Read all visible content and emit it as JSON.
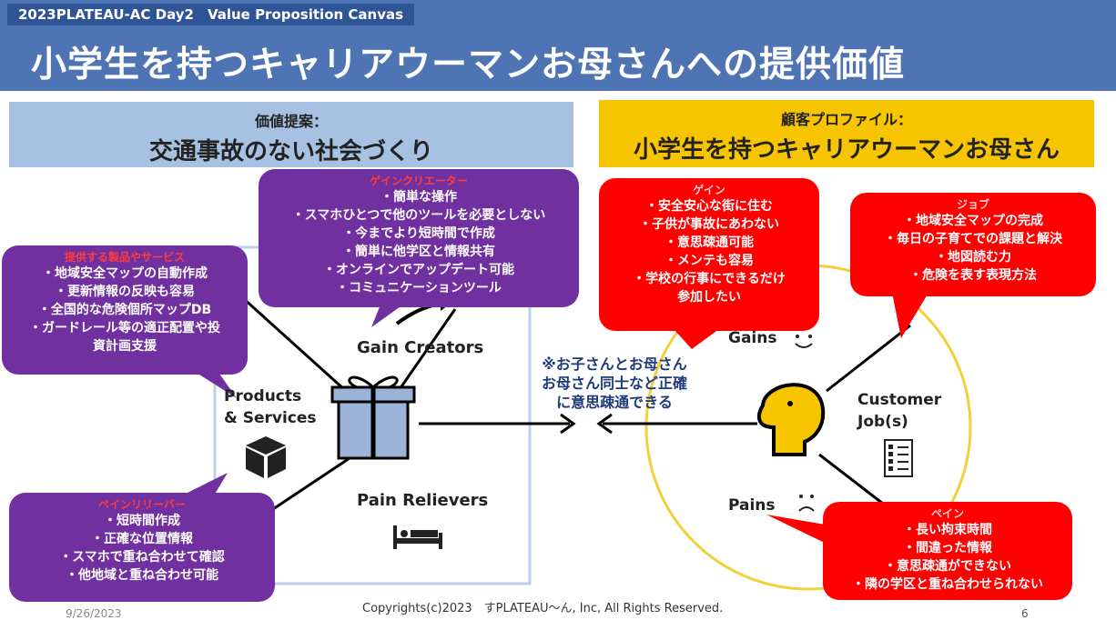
{
  "header": {
    "tag": "2023PLATEAU-AC Day2　Value Proposition Canvas",
    "title": "小学生を持つキャリアウーマンお母さんへの提供価値"
  },
  "value_proposition": {
    "label": "価値提案：",
    "title": "交通事故のない社会づくり",
    "products": {
      "heading": "提供する製品やサービス",
      "items": [
        "・地域安全マップの自動作成",
        "・更新情報の反映も容易",
        "・全国的な危険個所マップDB",
        "・ガードレール等の適正配置や投",
        "資計画支援"
      ]
    },
    "gain_creators": {
      "heading": "ゲインクリエーター",
      "items": [
        "・簡単な操作",
        "・スマホひとつで他のツールを必要としない",
        "・今までより短時間で作成",
        "・簡単に他学区と情報共有",
        "・オンラインでアップデート可能",
        "・コミュニケーションツール"
      ]
    },
    "pain_relievers": {
      "heading": "ペインリリーバー",
      "items": [
        "・短時間作成",
        "・正確な位置情報",
        "・スマホで重ね合わせて確認",
        "・他地域と重ね合わせ可能"
      ]
    },
    "canvas_labels": {
      "gain_creators": "Gain Creators",
      "products_line1": "Products",
      "products_line2": "& Services",
      "pain_relievers": "Pain Relievers"
    }
  },
  "customer_profile": {
    "label": "顧客プロファイル：",
    "title": "小学生を持つキャリアウーマンお母さん",
    "gains": {
      "heading": "ゲイン",
      "items": [
        "・安全安心な街に住む",
        "・子供が事故にあわない",
        "・意思疎通可能",
        "・メンテも容易",
        "・学校の行事にできるだけ",
        "参加したい"
      ]
    },
    "jobs": {
      "heading": "ジョブ",
      "items": [
        "・地域安全マップの完成",
        "・毎日の子育てでの課題と解決",
        "・地図読む力",
        "・危険を表す表現方法"
      ]
    },
    "pains": {
      "heading": "ペイン",
      "items": [
        "・長い拘束時間",
        "・間違った情報",
        "・意思疎通ができない",
        "・隣の学区と重ね合わせられない"
      ]
    },
    "canvas_labels": {
      "gains": "Gains",
      "customer_job_line1": "Customer",
      "customer_job_line2": "Job(s)",
      "pains": "Pains"
    }
  },
  "center_note": [
    "※お子さんとお母さん",
    "お母さん同士など正確",
    "に意思疎通できる"
  ],
  "footer": {
    "copyright": "Copyrights(c)2023　すPLATEAU～ん, Inc, All Rights Reserved.",
    "date": "9/26/2023",
    "page": "6"
  },
  "colors": {
    "header_bg": "#4f74b4",
    "value_banner": "#a7c1e2",
    "customer_banner": "#f7c500",
    "purple_callout": "#7030a0",
    "red_callout": "#ff0000",
    "circle_stroke": "#f2d03b"
  }
}
